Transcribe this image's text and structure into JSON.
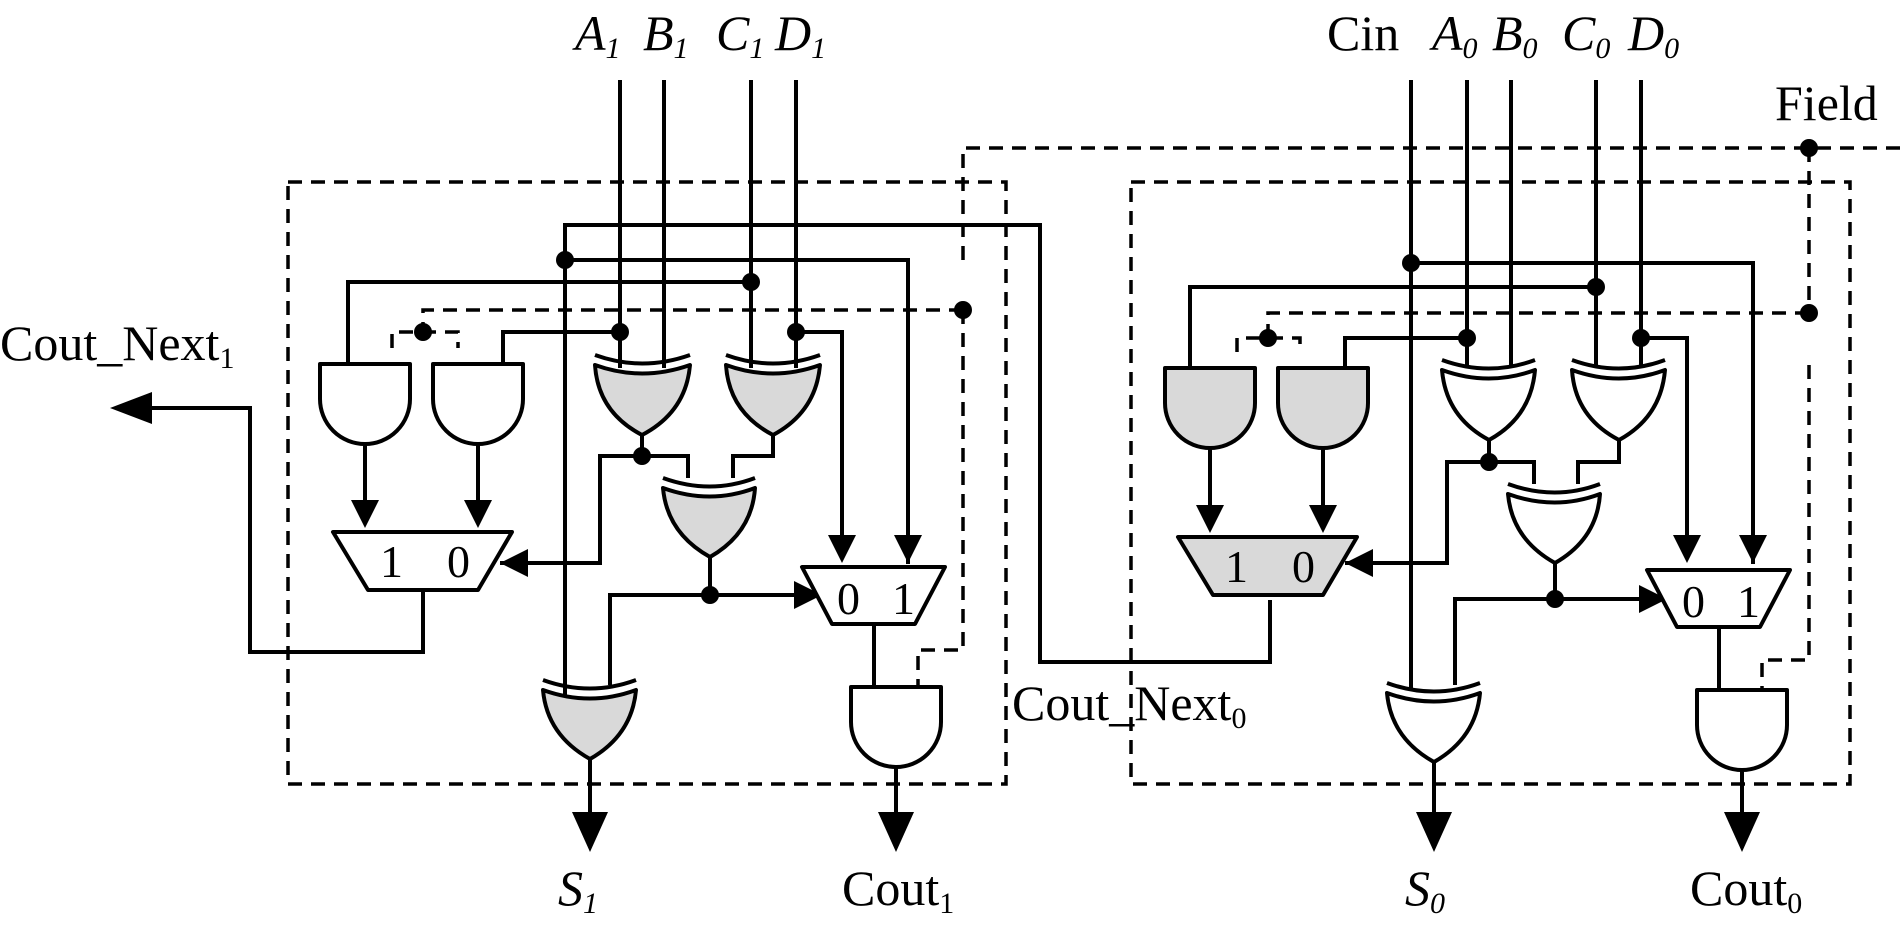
{
  "colors": {
    "line": "#000000",
    "gate_gray": "#d9d9d9",
    "gate_white": "#ffffff",
    "background": "#ffffff"
  },
  "labels": {
    "A1": {
      "main": "A",
      "sub": "1"
    },
    "B1": {
      "main": "B",
      "sub": "1"
    },
    "C1": {
      "main": "C",
      "sub": "1"
    },
    "D1": {
      "main": "D",
      "sub": "1"
    },
    "Cin": "Cin",
    "A0": {
      "main": "A",
      "sub": "0"
    },
    "B0": {
      "main": "B",
      "sub": "0"
    },
    "C0": {
      "main": "C",
      "sub": "0"
    },
    "D0": {
      "main": "D",
      "sub": "0"
    },
    "Field": "Field",
    "Cout_Next1": {
      "main": "Cout_Next",
      "sub": "1"
    },
    "Cout_Next0": {
      "main": "Cout_Next",
      "sub": "0"
    },
    "S1": {
      "main": "S",
      "sub": "1"
    },
    "Cout1": {
      "main": "Cout",
      "sub": "1"
    },
    "S0": {
      "main": "S",
      "sub": "0"
    },
    "Cout0": {
      "main": "Cout",
      "sub": "0"
    }
  },
  "mux": {
    "mux1_left": {
      "in_a": "1",
      "in_b": "0"
    },
    "mux1_right": {
      "in_a": "0",
      "in_b": "1"
    },
    "mux0_left": {
      "in_a": "1",
      "in_b": "0"
    },
    "mux0_right": {
      "in_a": "0",
      "in_b": "1"
    }
  }
}
